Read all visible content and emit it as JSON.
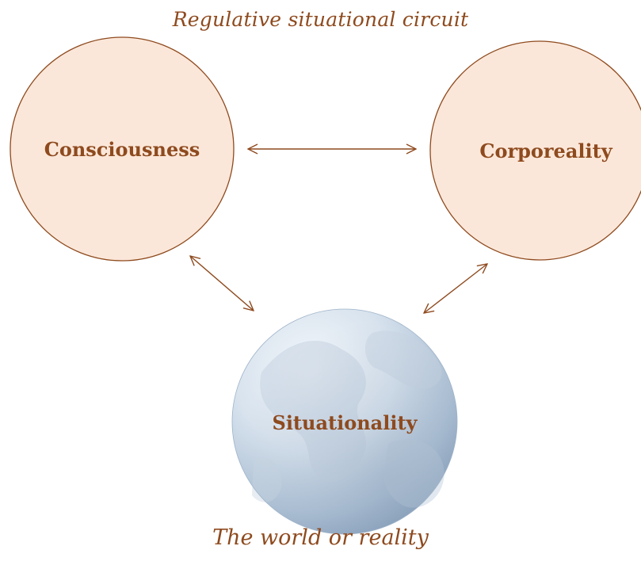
{
  "diagram": {
    "caption_top": "Regulative situational circuit",
    "caption_bottom": "The world or reality",
    "nodes": {
      "consciousness": "Consciousness",
      "corporeality": "Corporeality",
      "situationality": "Situationality"
    },
    "colors": {
      "accent": "#8e4a1e",
      "circle_fill": "#fbe7d9",
      "globe_light": "#eef3f8",
      "globe_dark": "#93aac3"
    },
    "icons": {
      "globe": "earth-globe-icon"
    }
  }
}
